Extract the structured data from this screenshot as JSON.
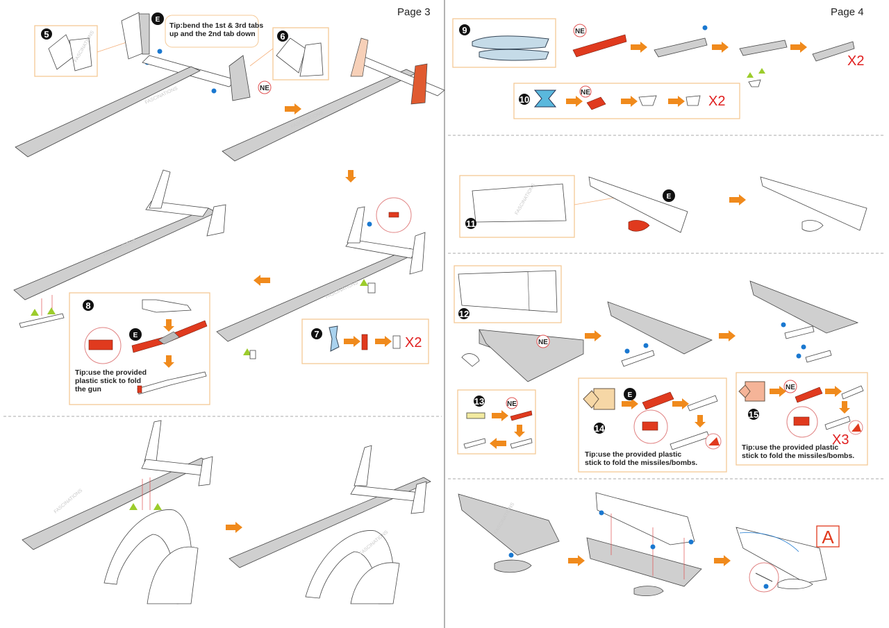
{
  "pages": {
    "left_label": "Page 3",
    "right_label": "Page 4"
  },
  "watermark": "FASCINATIONS",
  "steps": [
    {
      "number": "5"
    },
    {
      "number": "6"
    },
    {
      "number": "7"
    },
    {
      "number": "8"
    },
    {
      "number": "9"
    },
    {
      "number": "10"
    },
    {
      "number": "11"
    },
    {
      "number": "12"
    },
    {
      "number": "13"
    },
    {
      "number": "14"
    },
    {
      "number": "15"
    }
  ],
  "tips": {
    "step5_line1": "Tip:bend the 1st & 3rd tabs",
    "step5_line2": "up and the 2nd tab down",
    "step8_line1": "Tip:use the provided",
    "step8_line2": "plastic stick to fold",
    "step8_line3": "the gun",
    "step14_line1": "Tip:use the provided plastic",
    "step14_line2": "stick to fold the missiles/bombs.",
    "step15_line1": "Tip:use the provided plastic",
    "step15_line2": "stick to fold the missiles/bombs."
  },
  "markers": {
    "e": "E",
    "ne": "NE"
  },
  "multipliers": {
    "x2": "X2",
    "x3": "X3"
  },
  "assembly_label": "A",
  "colors": {
    "accent_arrow": "#f08a1c",
    "box_border": "#f5c894",
    "part_red": "#e03a1e",
    "dot_blue": "#1a78d0",
    "triangle_green": "#9ccc2c"
  }
}
